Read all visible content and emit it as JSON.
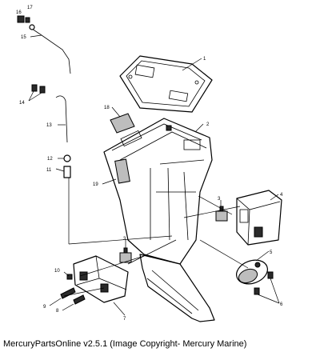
{
  "callouts": [
    {
      "id": "c1",
      "label": "1"
    },
    {
      "id": "c2",
      "label": "2"
    },
    {
      "id": "c3a",
      "label": "3"
    },
    {
      "id": "c3b",
      "label": "3"
    },
    {
      "id": "c4",
      "label": "4"
    },
    {
      "id": "c5",
      "label": "5"
    },
    {
      "id": "c6",
      "label": "6"
    },
    {
      "id": "c7",
      "label": "7"
    },
    {
      "id": "c8",
      "label": "8"
    },
    {
      "id": "c9",
      "label": "9"
    },
    {
      "id": "c10",
      "label": "10"
    },
    {
      "id": "c11",
      "label": "11"
    },
    {
      "id": "c12",
      "label": "12"
    },
    {
      "id": "c13",
      "label": "13"
    },
    {
      "id": "c14",
      "label": "14"
    },
    {
      "id": "c15",
      "label": "15"
    },
    {
      "id": "c16",
      "label": "16"
    },
    {
      "id": "c17",
      "label": "17"
    },
    {
      "id": "c18",
      "label": "18"
    },
    {
      "id": "c19",
      "label": "19"
    }
  ],
  "caption": "MercuryPartsOnline v2.5.1 (Image Copyright- Mercury Marine)"
}
